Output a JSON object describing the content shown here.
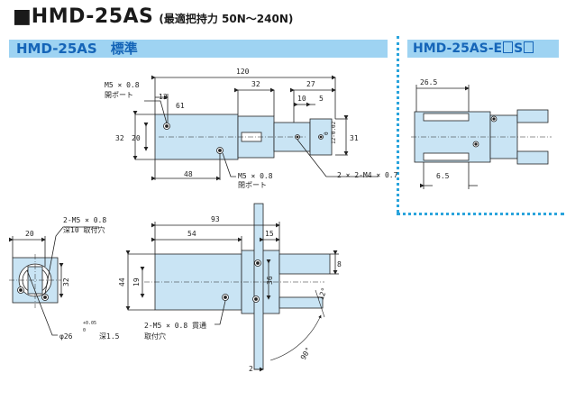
{
  "header": {
    "square": "■",
    "model": "HMD-25AS",
    "subtitle": "(最適把持力 50N〜240N)"
  },
  "bands": {
    "left": "HMD-25AS　標準",
    "right_prefix": "HMD-25AS-E",
    "right_mid": "S"
  },
  "top_view": {
    "dim_120": "120",
    "dim_32": "32",
    "dim_27": "27",
    "dim_12": "12",
    "dim_61": "61",
    "dim_10": "10",
    "dim_5": "5",
    "dim_20": "20",
    "dim_32v": "32",
    "dim_31": "31",
    "dim_48": "48",
    "tol": "12-0.02",
    "tol_zero": "0",
    "m5_top": "M5 × 0.8",
    "m5_top_note": "開ポート",
    "m5_bottom": "M5 × 0.8",
    "m5_bottom_note": "閉ポート",
    "m4": "2 × 2-M4 × 0.7"
  },
  "end_view": {
    "m5": "2-M5 × 0.8",
    "depth": "深10 取付穴",
    "dim_20": "20",
    "dim_32": "32",
    "phi": "φ26",
    "phi_tol_hi": "+0.05",
    "phi_tol_lo": "0",
    "phi_depth": "深1.5"
  },
  "side_view": {
    "dim_93": "93",
    "dim_54": "54",
    "dim_15": "15",
    "dim_8": "8",
    "dim_44": "44",
    "dim_19": "19",
    "dim_36": "36",
    "dim_12deg": "12°",
    "dim_90deg": "90°",
    "dim_2": "2",
    "m5": "2-M5 × 0.8 貫通",
    "m5_note": "取付穴"
  },
  "option_view": {
    "dim_26_5": "26.5",
    "dim_6_5": "6.5"
  }
}
